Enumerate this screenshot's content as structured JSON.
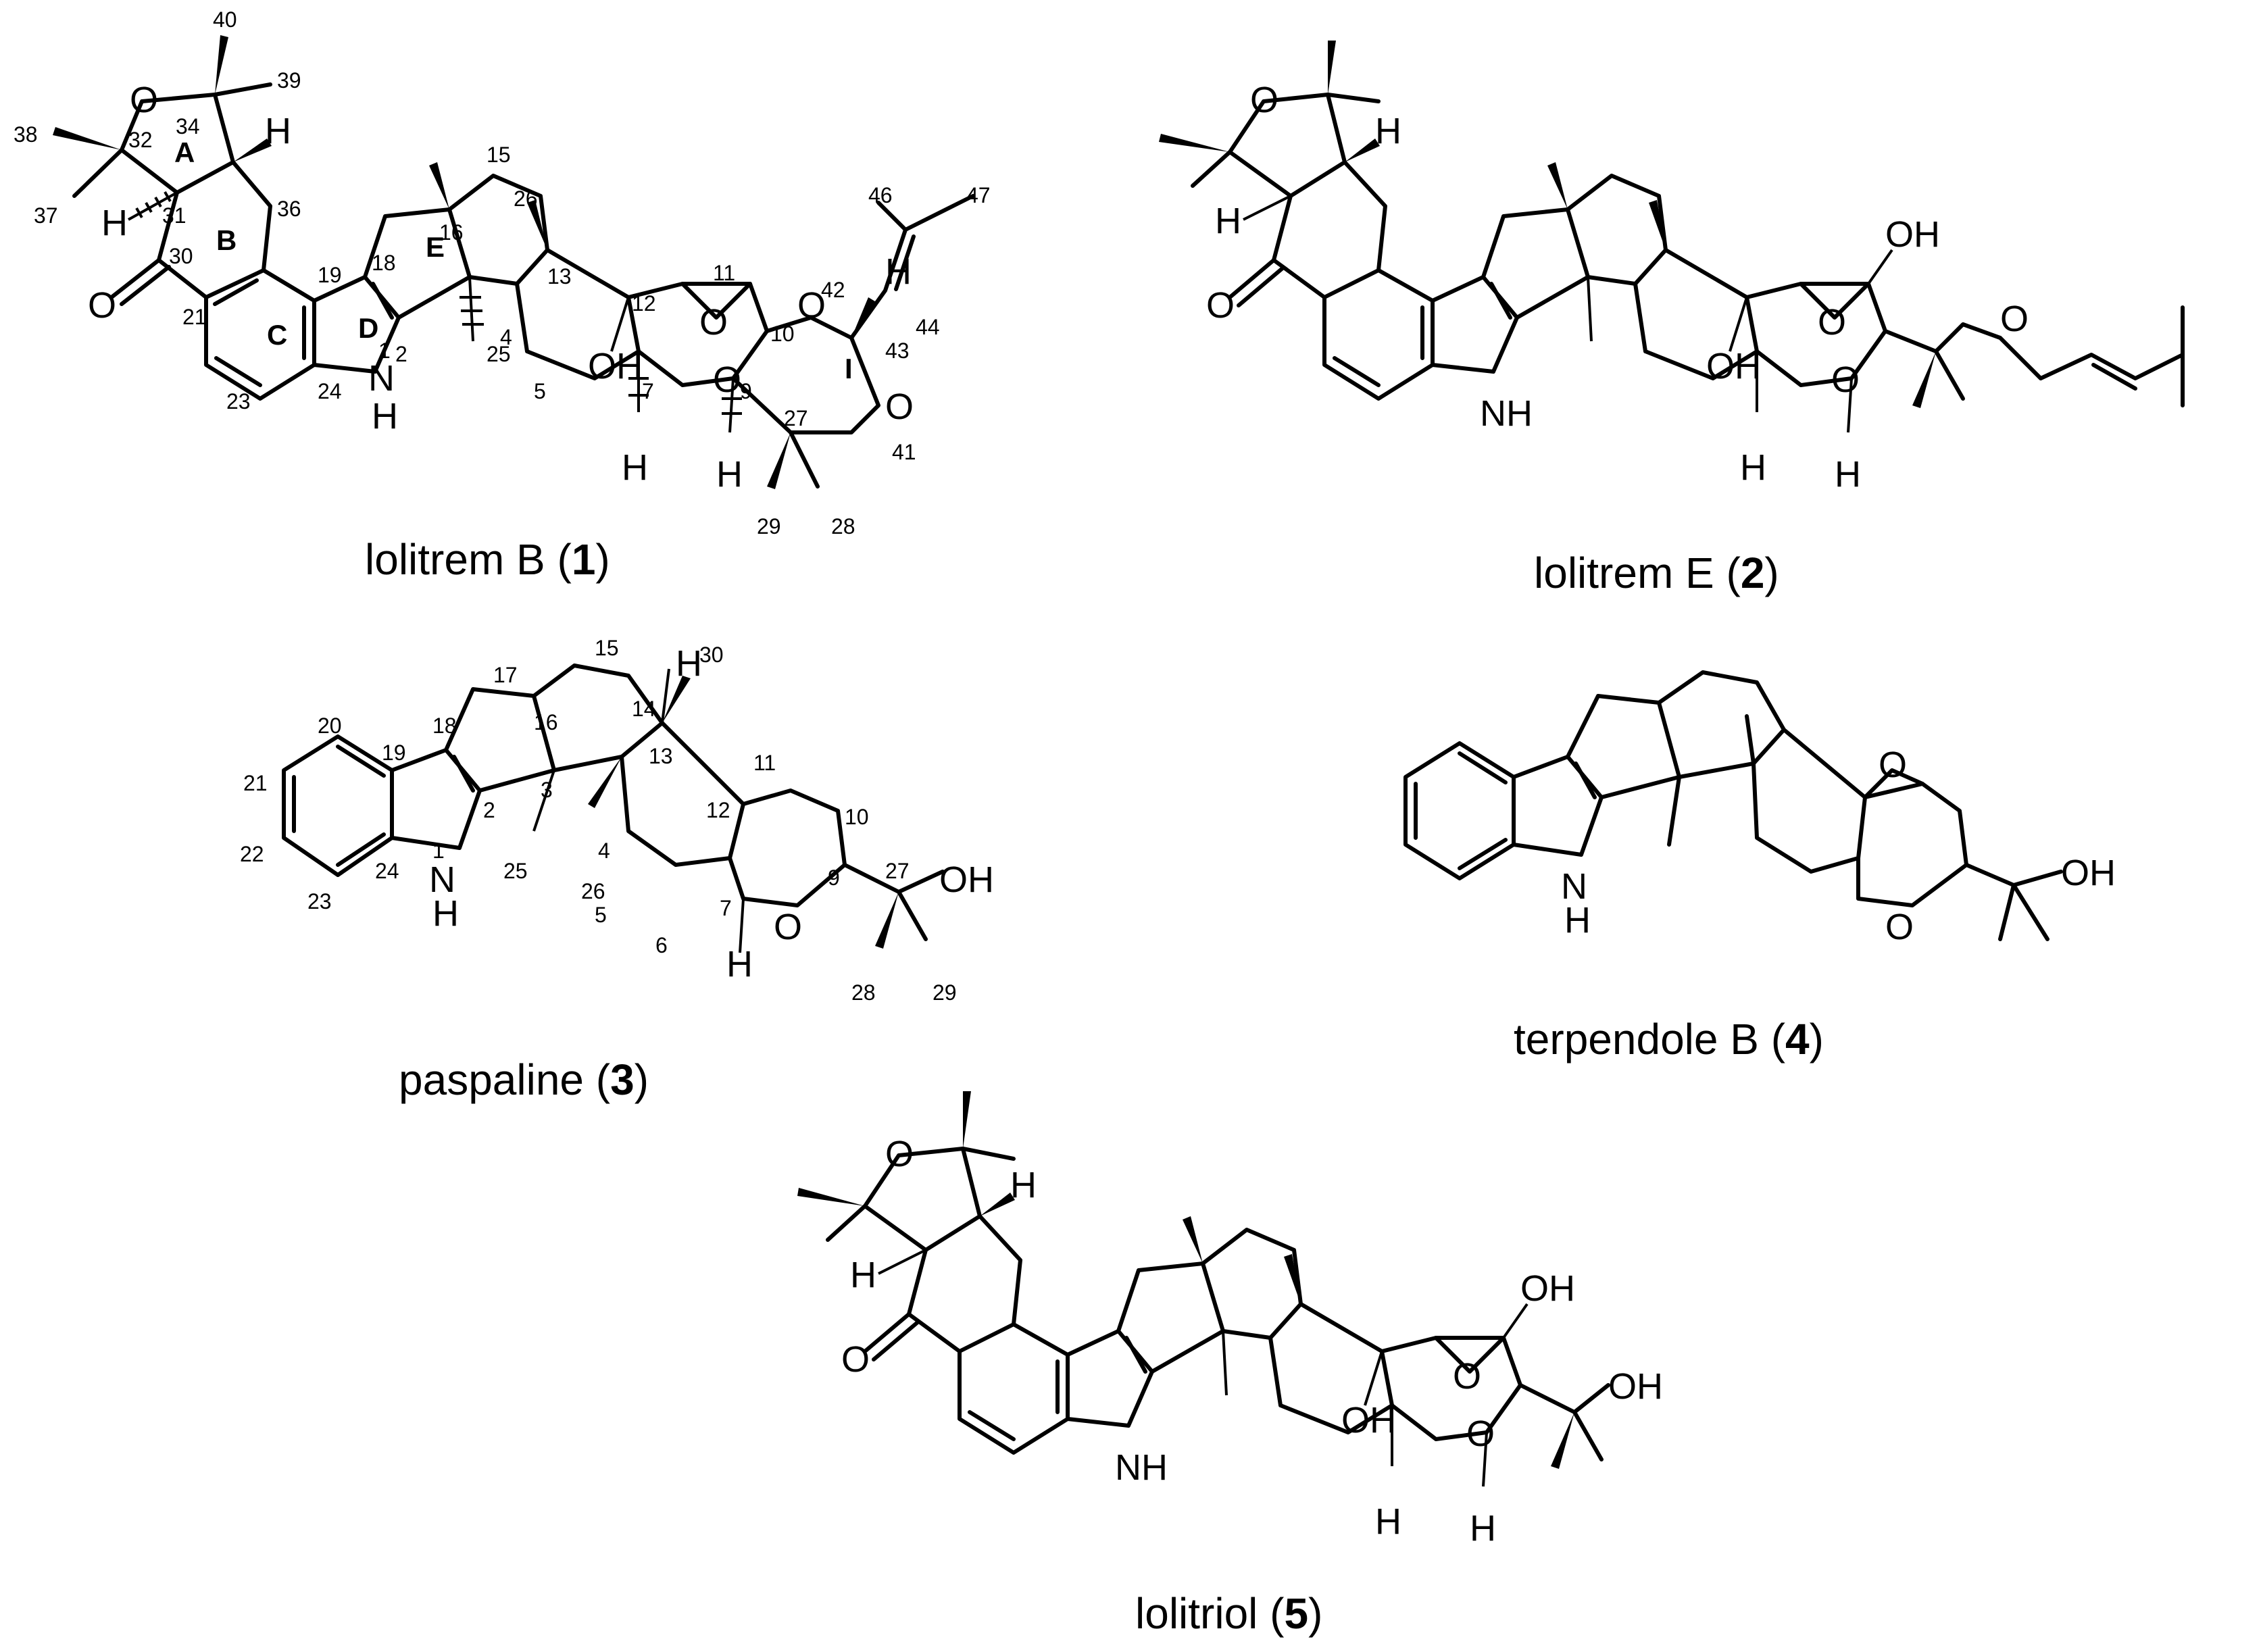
{
  "atoms": {
    "O": "O",
    "H": "H",
    "OH": "OH",
    "NH_N": "N",
    "NH_H": "H",
    "NH": "NH"
  },
  "rings": {
    "A": "A",
    "B": "B",
    "C": "C",
    "D": "D",
    "E": "E",
    "I": "I"
  },
  "numbering": {
    "n1": "1",
    "n2": "2",
    "n3": "3",
    "n4": "4",
    "n5": "5",
    "n6": "6",
    "n7": "7",
    "n9": "9",
    "n10": "10",
    "n11": "11",
    "n12": "12",
    "n13": "13",
    "n14": "14",
    "n15": "15",
    "n16": "16",
    "n17": "17",
    "n18": "18",
    "n19": "19",
    "n20": "20",
    "n21": "21",
    "n22": "22",
    "n23": "23",
    "n24": "24",
    "n25": "25",
    "n26": "26",
    "n27": "27",
    "n28": "28",
    "n29": "29",
    "n30": "30",
    "n31": "31",
    "n32": "32",
    "n34": "34",
    "n36": "36",
    "n37": "37",
    "n38": "38",
    "n39": "39",
    "n40": "40",
    "n41": "41",
    "n42": "42",
    "n43": "43",
    "n44": "44",
    "n46": "46",
    "n47": "47"
  },
  "compounds": [
    {
      "name": "lolitrem B (",
      "num": "1",
      "close": ")"
    },
    {
      "name": "lolitrem E (",
      "num": "2",
      "close": ")"
    },
    {
      "name": "paspaline (",
      "num": "3",
      "close": ")"
    },
    {
      "name": "terpendole B (",
      "num": "4",
      "close": ")"
    },
    {
      "name": "lolitriol (",
      "num": "5",
      "close": ")"
    }
  ]
}
